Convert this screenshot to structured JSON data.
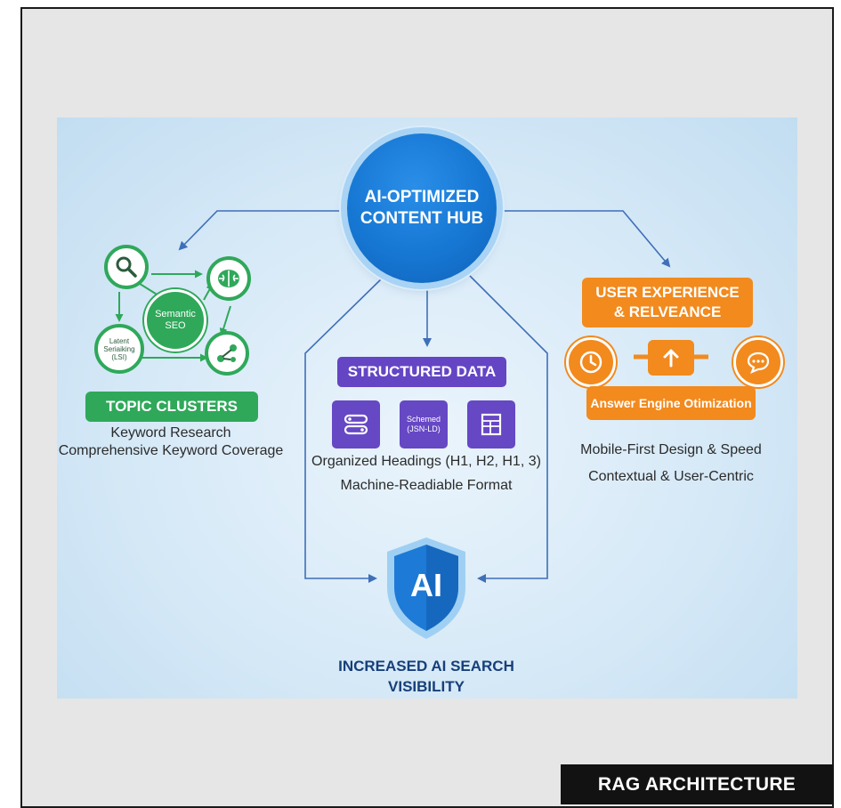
{
  "hub": {
    "line1": "AI-OPTIMIZED",
    "line2": "CONTENT HUB"
  },
  "topic_clusters": {
    "center_line1": "Semantic",
    "center_line2": "SEO",
    "lsi_line1": "Latent",
    "lsi_line2": "Seriaiking",
    "lsi_line3": "(LSI)",
    "title": "TOPIC CLUSTERS",
    "line1": "Keyword Research",
    "line2": "Comprehensive Keyword Coverage",
    "icons": [
      "search-icon",
      "brain-icon",
      "network-icon"
    ]
  },
  "structured_data": {
    "title": "STRUCTURED DATA",
    "schema_line1": "Schemed",
    "schema_line2": "(JSN-LD)",
    "line1": "Organized Headings (H1, H2, H1, 3)",
    "line2": "Machine-Readiable Format",
    "icons": [
      "form-fields-icon",
      "table-icon"
    ]
  },
  "user_experience": {
    "title_line1": "USER EXPERIENCE",
    "title_line2": "& RELVEANCE",
    "answer_engine": "Answer Engine Otimization",
    "line1": "Mobile-First Design & Speed",
    "line2": "Contextual & User-Centric",
    "icons": [
      "clock-icon",
      "arrow-up-icon",
      "chat-icon"
    ]
  },
  "result": {
    "badge": "AI",
    "line1": "INCREASED AI SEARCH",
    "line2": "VISIBILITY"
  },
  "footer_tag": "RAG ARCHITECTURE",
  "colors": {
    "hub_blue": "#1677d3",
    "green": "#2fa85a",
    "purple": "#6445c4",
    "orange": "#f28a1e",
    "title_navy": "#173f7a"
  }
}
